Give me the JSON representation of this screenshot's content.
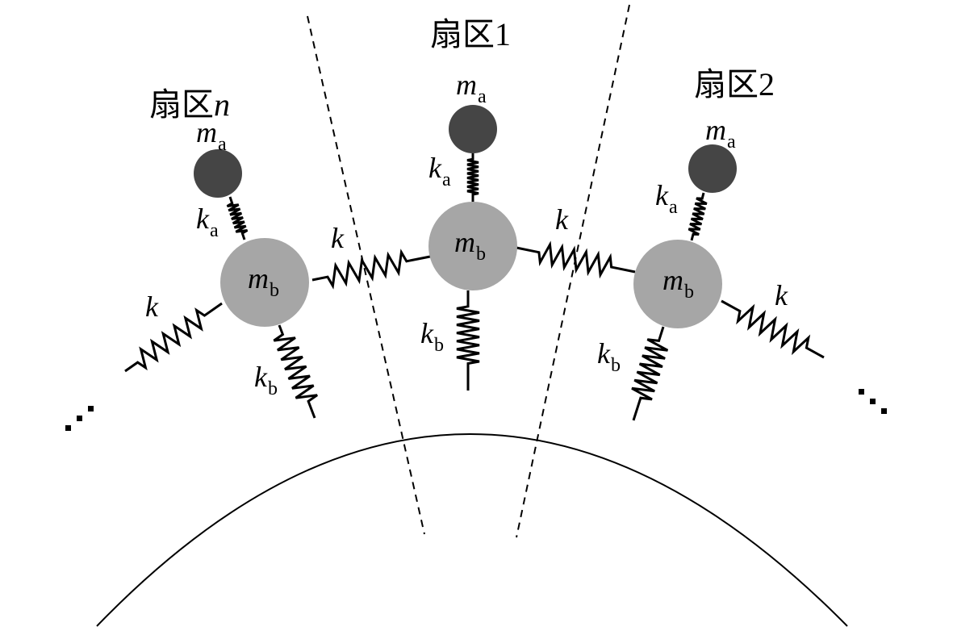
{
  "labels": {
    "sector_1": "扇区1",
    "sector_2": "扇区2",
    "sector_n_prefix": "扇区",
    "sector_n_index": "n",
    "mass_symbol": "m",
    "stiffness_symbol": "k",
    "sub_a": "a",
    "sub_b": "b"
  },
  "colors": {
    "mass_b_fill": "#a6a6a6",
    "mass_a_fill": "#454545",
    "line": "#000000"
  }
}
